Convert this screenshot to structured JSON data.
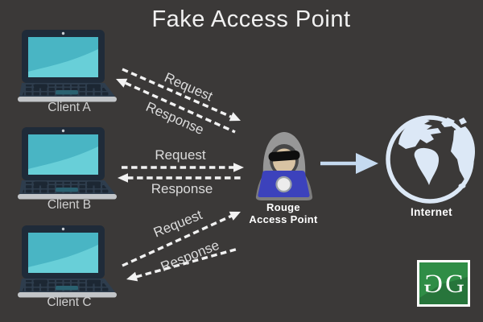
{
  "title": "Fake Access Point",
  "clients": [
    {
      "label": "Client A"
    },
    {
      "label": "Client B"
    },
    {
      "label": "Client C"
    }
  ],
  "flows": [
    {
      "request": "Request",
      "response": "Response"
    },
    {
      "request": "Request",
      "response": "Response"
    },
    {
      "request": "Request",
      "response": "Response"
    }
  ],
  "attacker": {
    "label_line1": "Rouge",
    "label_line2": "Access Point"
  },
  "internet": {
    "label": "Internet"
  },
  "logo": {
    "letter_left": "G",
    "letter_right": "G"
  },
  "icons": [
    "laptop-icon",
    "hacker-hood-icon",
    "globe-icon",
    "geeksforgeeks-logo"
  ],
  "colors": {
    "background": "#3b3938",
    "title_text": "#f1f1f1",
    "label_text": "#cfcfcf",
    "flow_text": "#dcdcdc",
    "arrow_dash": "#f2f2f2",
    "solid_arrow": "#c5daf0",
    "globe": "#dce8f6",
    "logo_green": "#2f8d46",
    "logo_green_dark": "#27753b",
    "laptop_frame": "#1f2b39",
    "laptop_screen": "#49b5c4",
    "laptop_screen_light": "#68cfd8",
    "laptop_deck": "#2e3d4d",
    "laptop_base": "#c3c6c9",
    "hacker_hood": "#979797",
    "hacker_body": "#7d7d7d",
    "hacker_laptop": "#3c42bc",
    "hacker_skin": "#d8c3a3"
  }
}
